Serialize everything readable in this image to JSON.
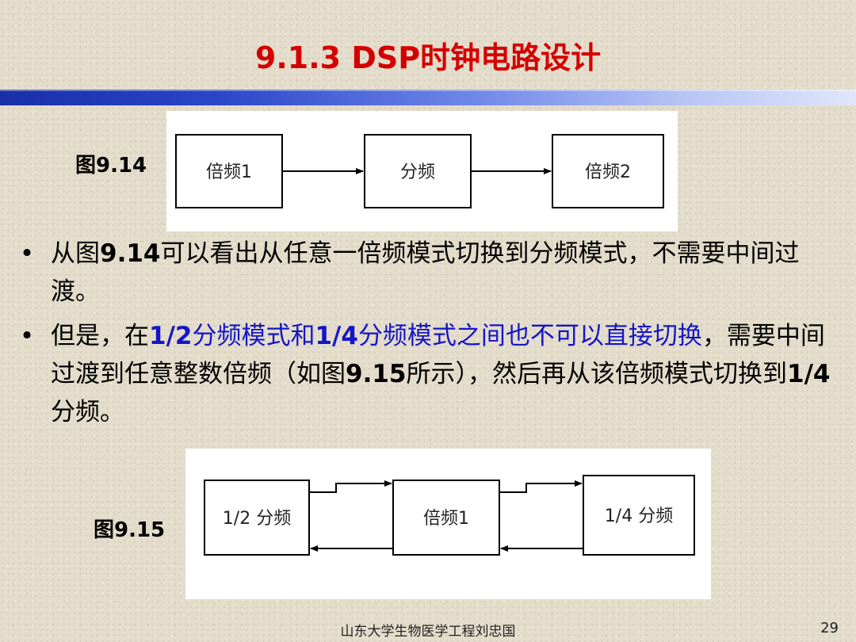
{
  "slide": {
    "title": "9.1.3 DSP时钟电路设计",
    "footer": "山东大学生物医学工程刘忠国",
    "page_number": "29"
  },
  "figure1": {
    "label": "图9.14",
    "boxes": [
      "倍频1",
      "分频",
      "倍频2"
    ]
  },
  "figure2": {
    "label": "图9.15",
    "boxes": [
      "1/2 分频",
      "倍频1",
      "1/4 分频"
    ]
  },
  "bullets": [
    {
      "parts": [
        {
          "t": "从图",
          "style": "normal"
        },
        {
          "t": "9.14",
          "style": "bold"
        },
        {
          "t": "可以看出从任意一倍频模式切换到分频模式，不需要中间过渡。",
          "style": "normal"
        }
      ]
    },
    {
      "parts": [
        {
          "t": "但是，在",
          "style": "normal"
        },
        {
          "t": "1/2",
          "style": "bold-blue"
        },
        {
          "t": "分频模式和",
          "style": "blue"
        },
        {
          "t": "1/4",
          "style": "bold-blue"
        },
        {
          "t": "分频模式之间也不可以直接切换",
          "style": "blue"
        },
        {
          "t": "，需要中间过渡到任意整数倍频（如图",
          "style": "normal"
        },
        {
          "t": "9.15",
          "style": "bold"
        },
        {
          "t": "所示），然后再从该倍频模式切换到",
          "style": "normal"
        },
        {
          "t": "1/4",
          "style": "bold"
        },
        {
          "t": "分频。",
          "style": "normal"
        }
      ]
    }
  ],
  "colors": {
    "title": "#d40000",
    "highlight": "#1515c8",
    "background": "#e4ddcc"
  }
}
